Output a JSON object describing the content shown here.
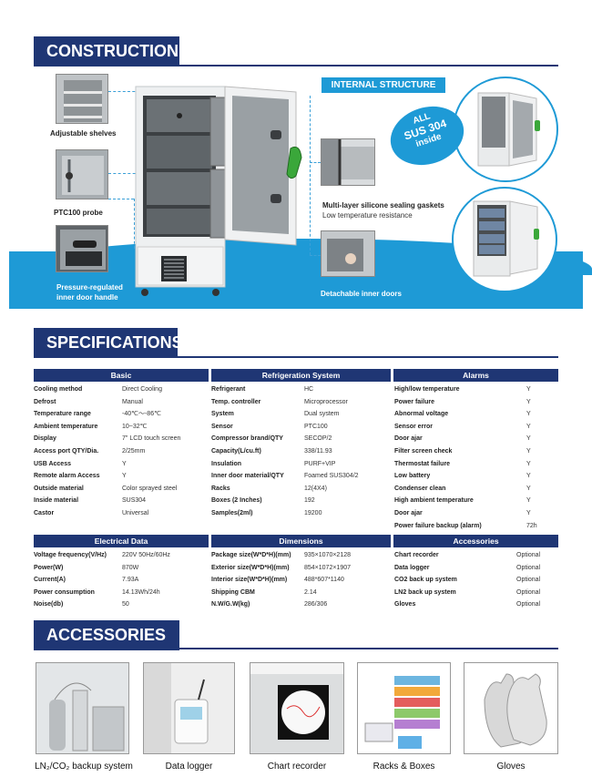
{
  "construction": {
    "title": "CONSTRUCTION",
    "internal_structure": "INTERNAL STRUCTURE",
    "badge": [
      "ALL",
      "SUS 304",
      "inside"
    ],
    "captions": {
      "shelves": "Adjustable shelves",
      "probe": "PTC100 probe",
      "handle_1": "Pressure-regulated",
      "handle_2": "inner door handle",
      "gasket_1": "Multi-layer silicone sealing gaskets",
      "gasket_2": "Low temperature resistance",
      "doors": "Detachable inner doors"
    }
  },
  "specifications": {
    "title": "SPECIFICATIONS",
    "basic": {
      "header": "Basic",
      "rows": [
        [
          "Cooling method",
          "Direct Cooling"
        ],
        [
          "Defrost",
          "Manual"
        ],
        [
          "Temperature range",
          "-40℃～-86℃"
        ],
        [
          "Ambient temperature",
          "10~32℃"
        ],
        [
          "Display",
          "7\" LCD touch screen"
        ],
        [
          "Access port QTY/Dia.",
          "2/25mm"
        ],
        [
          "USB Access",
          "Y"
        ],
        [
          "Remote alarm Access",
          "Y"
        ],
        [
          "Outside material",
          "Color sprayed steel"
        ],
        [
          "Inside material",
          "SUS304"
        ],
        [
          "Castor",
          "Universal"
        ]
      ]
    },
    "refrigeration": {
      "header": "Refrigeration System",
      "rows": [
        [
          "Refrigerant",
          "HC"
        ],
        [
          "Temp. controller",
          "Microprocessor"
        ],
        [
          "System",
          "Dual system"
        ],
        [
          "Sensor",
          "PTC100"
        ],
        [
          "Compressor brand/QTY",
          "SECOP/2"
        ],
        [
          "Capacity(L/cu.ft)",
          "338/11.93"
        ],
        [
          "Insulation",
          "PURF+VIP"
        ],
        [
          "Inner door material/QTY",
          "Foamed SUS304/2"
        ],
        [
          "Racks",
          "12(4X4)"
        ],
        [
          "Boxes (2 Inches)",
          "192"
        ],
        [
          "Samples(2ml)",
          "19200"
        ]
      ]
    },
    "alarms": {
      "header": "Alarms",
      "rows": [
        [
          "High/low temperature",
          "Y"
        ],
        [
          "Power failure",
          "Y"
        ],
        [
          "Abnormal voltage",
          "Y"
        ],
        [
          "Sensor error",
          "Y"
        ],
        [
          "Door ajar",
          "Y"
        ],
        [
          "Filter screen check",
          "Y"
        ],
        [
          "Thermostat failure",
          "Y"
        ],
        [
          "Low battery",
          "Y"
        ],
        [
          "Condenser clean",
          "Y"
        ],
        [
          "High ambient temperature",
          "Y"
        ],
        [
          "Door ajar",
          "Y"
        ],
        [
          "Power failure backup (alarm)",
          "72h"
        ]
      ]
    },
    "electrical": {
      "header": "Electrical Data",
      "rows": [
        [
          "Voltage frequency(V/Hz)",
          "220V 50Hz/60Hz"
        ],
        [
          "Power(W)",
          "870W"
        ],
        [
          "Current(A)",
          "7.93A"
        ],
        [
          "Power consumption",
          "14.13Wh/24h"
        ],
        [
          "Noise(db)",
          "50"
        ]
      ]
    },
    "dimensions": {
      "header": "Dimensions",
      "rows": [
        [
          "Package size(W*D*H)(mm)",
          "935×1070×2128"
        ],
        [
          "Exterior size(W*D*H)(mm)",
          "854×1072×1907"
        ],
        [
          "Interior size(W*D*H)(mm)",
          "488*607*1140"
        ],
        [
          "Shipping CBM",
          "2.14"
        ],
        [
          "N.W/G.W(kg)",
          "286/306"
        ]
      ]
    },
    "accessories_tbl": {
      "header": "Accessories",
      "rows": [
        [
          "Chart recorder",
          "Optional"
        ],
        [
          "Data logger",
          "Optional"
        ],
        [
          "CO2 back up system",
          "Optional"
        ],
        [
          "LN2 back up system",
          "Optional"
        ],
        [
          "Gloves",
          "Optional"
        ]
      ]
    }
  },
  "accessories": {
    "title": "ACCESSORIES",
    "items": [
      "LN₂/CO₂ backup system",
      "Data logger",
      "Chart recorder",
      "Racks & Boxes",
      "Gloves"
    ]
  },
  "colors": {
    "navy": "#1f3674",
    "blue": "#1e9ad6",
    "accent": "#3aa0d8"
  }
}
